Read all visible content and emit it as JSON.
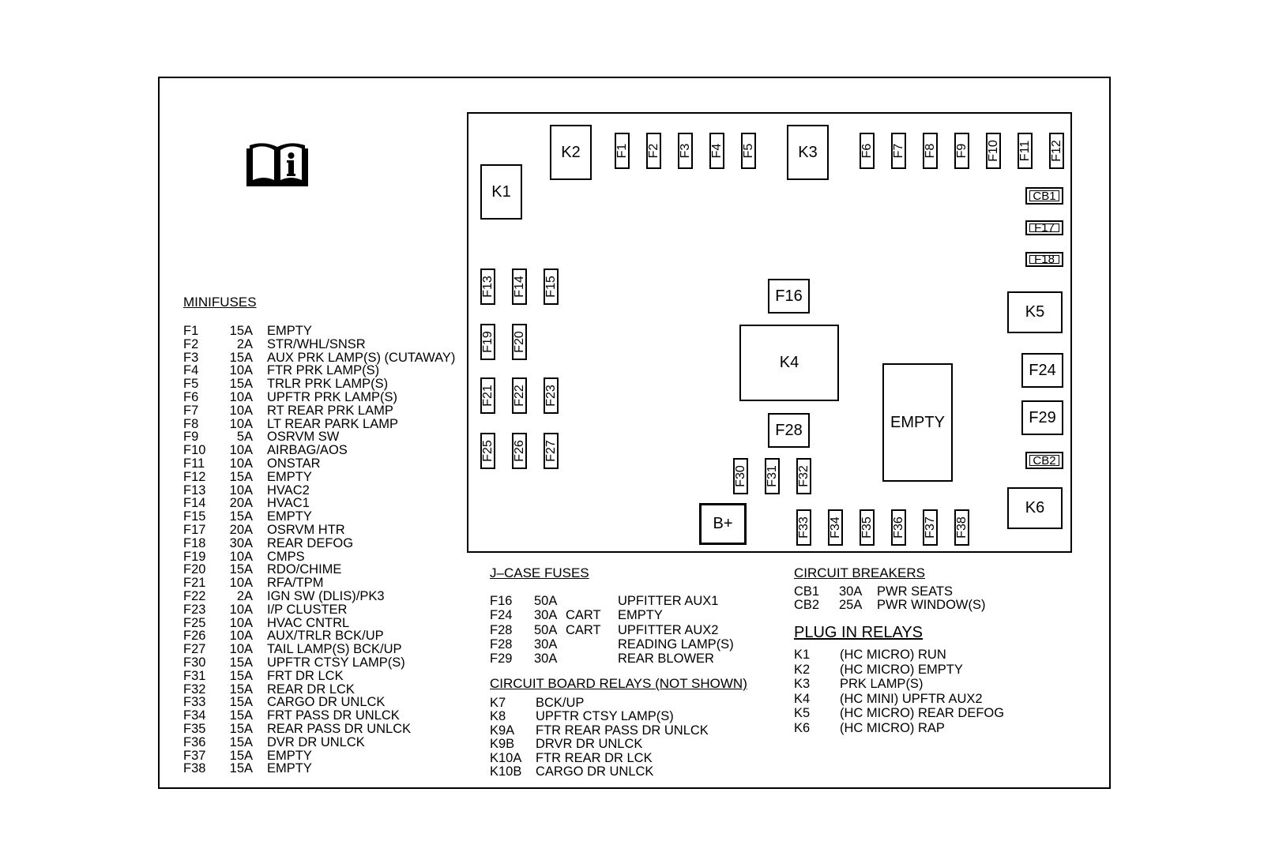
{
  "minifuses": {
    "title": "MINIFUSES",
    "rows": [
      {
        "id": "F1",
        "amp": "15A",
        "desc": "EMPTY"
      },
      {
        "id": "F2",
        "amp": "2A",
        "desc": "STR/WHL/SNSR"
      },
      {
        "id": "F3",
        "amp": "15A",
        "desc": "AUX PRK LAMP(S) (CUTAWAY)"
      },
      {
        "id": "F4",
        "amp": "10A",
        "desc": "FTR PRK LAMP(S)"
      },
      {
        "id": "F5",
        "amp": "15A",
        "desc": "TRLR PRK LAMP(S)"
      },
      {
        "id": "F6",
        "amp": "10A",
        "desc": "UPFTR PRK LAMP(S)"
      },
      {
        "id": "F7",
        "amp": "10A",
        "desc": "RT REAR PRK LAMP"
      },
      {
        "id": "F8",
        "amp": "10A",
        "desc": "LT REAR PARK LAMP"
      },
      {
        "id": "F9",
        "amp": "5A",
        "desc": "OSRVM SW"
      },
      {
        "id": "F10",
        "amp": "10A",
        "desc": "AIRBAG/AOS"
      },
      {
        "id": "F11",
        "amp": "10A",
        "desc": "ONSTAR"
      },
      {
        "id": "F12",
        "amp": "15A",
        "desc": "EMPTY"
      },
      {
        "id": "F13",
        "amp": "10A",
        "desc": "HVAC2"
      },
      {
        "id": "F14",
        "amp": "20A",
        "desc": "HVAC1"
      },
      {
        "id": "F15",
        "amp": "15A",
        "desc": "EMPTY"
      },
      {
        "id": "F17",
        "amp": "20A",
        "desc": "OSRVM HTR"
      },
      {
        "id": "F18",
        "amp": "30A",
        "desc": "REAR DEFOG"
      },
      {
        "id": "F19",
        "amp": "10A",
        "desc": "CMPS"
      },
      {
        "id": "F20",
        "amp": "15A",
        "desc": "RDO/CHIME"
      },
      {
        "id": "F21",
        "amp": "10A",
        "desc": "RFA/TPM"
      },
      {
        "id": "F22",
        "amp": "2A",
        "desc": "IGN SW (DLIS)/PK3"
      },
      {
        "id": "F23",
        "amp": "10A",
        "desc": "I/P CLUSTER"
      },
      {
        "id": "F25",
        "amp": "10A",
        "desc": "HVAC CNTRL"
      },
      {
        "id": "F26",
        "amp": "10A",
        "desc": "AUX/TRLR BCK/UP"
      },
      {
        "id": "F27",
        "amp": "10A",
        "desc": "TAIL LAMP(S) BCK/UP"
      },
      {
        "id": "F30",
        "amp": "15A",
        "desc": "UPFTR CTSY LAMP(S)"
      },
      {
        "id": "F31",
        "amp": "15A",
        "desc": "FRT DR LCK"
      },
      {
        "id": "F32",
        "amp": "15A",
        "desc": "REAR DR LCK"
      },
      {
        "id": "F33",
        "amp": "15A",
        "desc": "CARGO DR UNLCK"
      },
      {
        "id": "F34",
        "amp": "15A",
        "desc": "FRT PASS DR UNLCK"
      },
      {
        "id": "F35",
        "amp": "15A",
        "desc": "REAR PASS DR UNLCK"
      },
      {
        "id": "F36",
        "amp": "15A",
        "desc": "DVR DR UNLCK"
      },
      {
        "id": "F37",
        "amp": "15A",
        "desc": "EMPTY"
      },
      {
        "id": "F38",
        "amp": "15A",
        "desc": "EMPTY"
      }
    ]
  },
  "jcase": {
    "title": "J–CASE FUSES",
    "rows": [
      {
        "id": "F16",
        "amp": "50A",
        "cart": "",
        "desc": "UPFITTER AUX1"
      },
      {
        "id": "F24",
        "amp": "30A",
        "cart": "CART",
        "desc": "EMPTY"
      },
      {
        "id": "F28",
        "amp": "50A",
        "cart": "CART",
        "desc": "UPFITTER AUX2"
      },
      {
        "id": "F28",
        "amp": "30A",
        "cart": "",
        "desc": "READING LAMP(S)"
      },
      {
        "id": "F29",
        "amp": "30A",
        "cart": "",
        "desc": "REAR BLOWER"
      }
    ]
  },
  "board_relays": {
    "title": "CIRCUIT BOARD RELAYS (NOT SHOWN)",
    "rows": [
      {
        "id": "K7",
        "desc": "BCK/UP"
      },
      {
        "id": "K8",
        "desc": "UPFTR CTSY LAMP(S)"
      },
      {
        "id": "K9A",
        "desc": "FTR REAR PASS DR UNLCK"
      },
      {
        "id": "K9B",
        "desc": "DRVR DR UNLCK"
      },
      {
        "id": "K10A",
        "desc": "FTR REAR DR LCK"
      },
      {
        "id": "K10B",
        "desc": "CARGO DR UNLCK"
      }
    ]
  },
  "breakers": {
    "title": "CIRCUIT BREAKERS",
    "rows": [
      {
        "id": "CB1",
        "amp": "30A",
        "desc": "PWR SEATS"
      },
      {
        "id": "CB2",
        "amp": "25A",
        "desc": "PWR WINDOW(S)"
      }
    ]
  },
  "plugin_relays": {
    "title": "PLUG IN RELAYS",
    "rows": [
      {
        "id": "K1",
        "desc": "(HC MICRO) RUN"
      },
      {
        "id": "K2",
        "desc": "(HC MICRO) EMPTY"
      },
      {
        "id": "K3",
        "desc": "PRK LAMP(S)"
      },
      {
        "id": "K4",
        "desc": "(HC MINI) UPFTR AUX2"
      },
      {
        "id": "K5",
        "desc": "(HC MICRO) REAR DEFOG"
      },
      {
        "id": "K6",
        "desc": "(HC MICRO) RAP"
      }
    ]
  },
  "diagram": {
    "relays": {
      "K1": "K1",
      "K2": "K2",
      "K3": "K3",
      "K4": "K4",
      "K5": "K5",
      "K6": "K6"
    },
    "jcase": {
      "F16": "F16",
      "F24": "F24",
      "F28": "F28",
      "F29": "F29"
    },
    "empty_label": "EMPTY",
    "bplus": "B+",
    "minifuses": {
      "F1": "F1",
      "F2": "F2",
      "F3": "F3",
      "F4": "F4",
      "F5": "F5",
      "F6": "F6",
      "F7": "F7",
      "F8": "F8",
      "F9": "F9",
      "F10": "F10",
      "F11": "F11",
      "F12": "F12",
      "F13": "F13",
      "F14": "F14",
      "F15": "F15",
      "F19": "F19",
      "F20": "F20",
      "F21": "F21",
      "F22": "F22",
      "F23": "F23",
      "F25": "F25",
      "F26": "F26",
      "F27": "F27",
      "F30": "F30",
      "F31": "F31",
      "F32": "F32",
      "F33": "F33",
      "F34": "F34",
      "F35": "F35",
      "F36": "F36",
      "F37": "F37",
      "F38": "F38"
    },
    "side": {
      "CB1": "CB1",
      "F17": "F17",
      "F18": "F18",
      "CB2": "CB2"
    },
    "info_icon": "book-info-icon"
  }
}
